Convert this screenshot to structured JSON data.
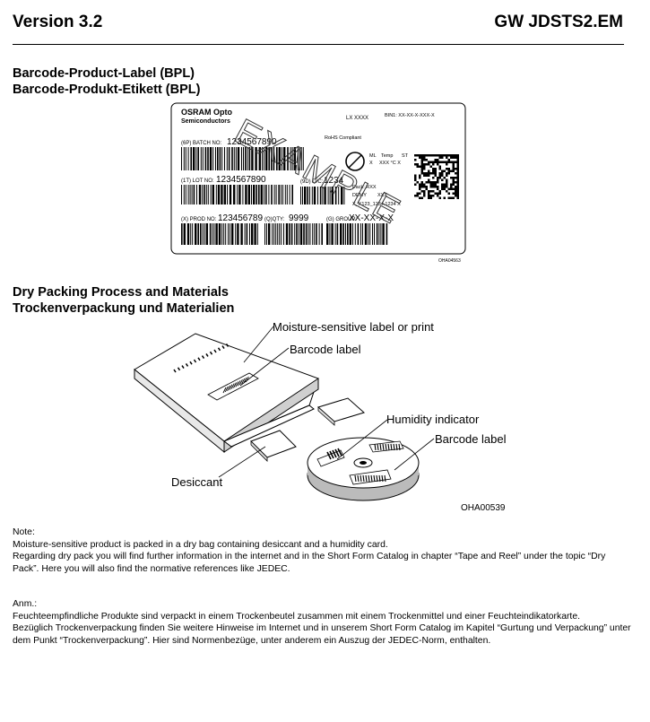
{
  "header": {
    "version": "Version 3.2",
    "part_number": "GW JDSTS2.EM"
  },
  "section_bpl": {
    "title_en": "Barcode-Product-Label (BPL)",
    "title_de": "Barcode-Produkt-Etikett (BPL)"
  },
  "label": {
    "brand_line1": "OSRAM Opto",
    "brand_line2": "Semiconductors",
    "lx": "LX XXXX",
    "bin": "BIN1: XX-XX-X-XXX-X",
    "rohs": "RoHS Compliant",
    "batch_prefix": "(6P) BATCH NO:",
    "batch_value": "1234567890",
    "ml": "ML",
    "temp": "Temp",
    "st": "ST",
    "ml_val": "X",
    "temp_val": "XXX °C X",
    "lot_prefix": "(1T) LOT NO:",
    "lot_value": "1234567890",
    "dc_prefix": "(9D) D/C:",
    "dc_value": "1234",
    "pack": "Pack: RXX",
    "demy": "DEMY",
    "demy_val": "XXX",
    "xx_line": "X_X123_1234.1234 X",
    "prod_prefix": "(X) PROD NO:",
    "prod_value": "123456789",
    "qty_prefix": "(Q)QTY:",
    "qty_value": "9999",
    "group_prefix": "(G) GROUP:",
    "group_value": "XX-XX-X-X",
    "watermark": "EXAMPLE",
    "code": "OHA04563"
  },
  "section_dry": {
    "title_en": "Dry Packing Process and Materials",
    "title_de": "Trockenverpackung und Materialien"
  },
  "diagram": {
    "moisture_label": "Moisture-sensitive label or print",
    "barcode_label_1": "Barcode label",
    "humidity_indicator": "Humidity indicator",
    "barcode_label_2": "Barcode label",
    "desiccant": "Desiccant",
    "code": "OHA00539"
  },
  "note_en": {
    "title": "Note:",
    "line1": "Moisture-sensitive product is packed in a dry bag containing desiccant and a humidity card.",
    "line2": "Regarding dry pack you will find further information in the internet and in the Short Form Catalog in chapter “Tape and Reel” under the topic “Dry Pack”. Here you will also find the normative references like JEDEC."
  },
  "note_de": {
    "title": "Anm.:",
    "line1": "Feuchteempfindliche Produkte sind verpackt in einem Trockenbeutel zusammen mit einem Trockenmittel und einer Feuchteindikatorkarte.",
    "line2": "Bezüglich Trockenverpackung finden Sie weitere Hinweise im Internet und in unserem Short Form Catalog im Kapitel “Gurtung und Verpackung” unter dem Punkt “Trockenverpackung”. Hier sind Normenbezüge, unter anderem ein Auszug der JEDEC-Norm, enthalten."
  }
}
